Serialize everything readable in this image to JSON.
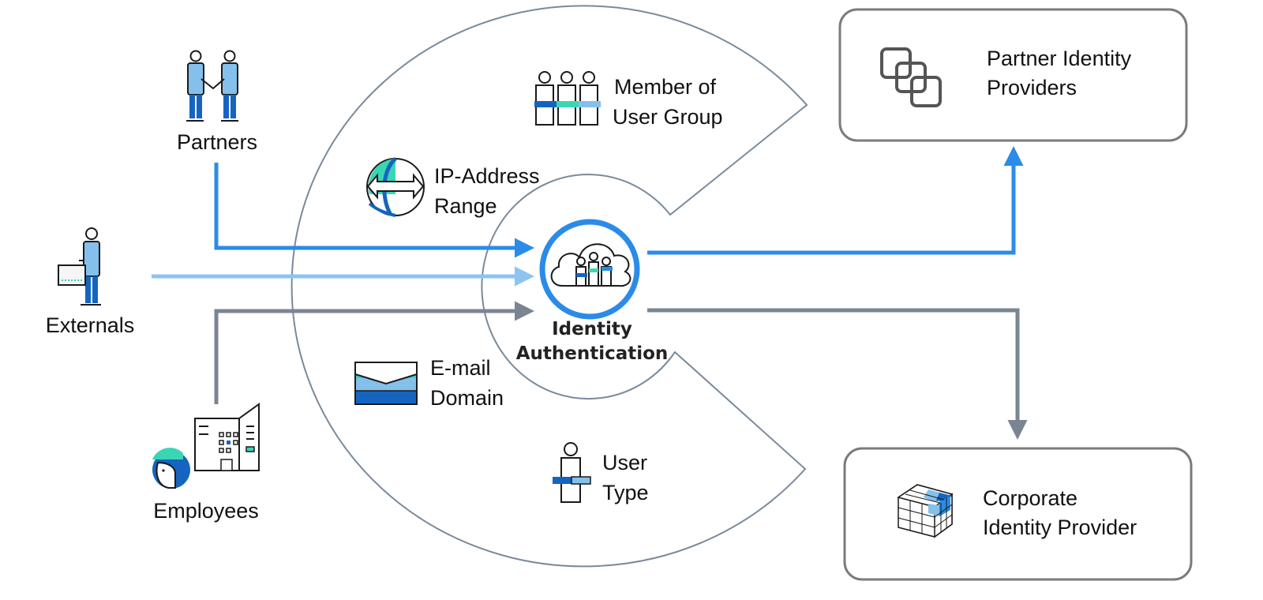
{
  "colors": {
    "partner_flow": "#2b8be8",
    "external_flow": "#8cc4f2",
    "employee_flow": "#7a8592",
    "hub_ring": "#2b8be8",
    "shape_outline": "#7a8a9a",
    "box_border": "#7b7b7b",
    "icon_blue": "#1565c0",
    "icon_light_blue": "#84c0ec",
    "icon_teal": "#3ad6b4"
  },
  "actors": {
    "partners": {
      "label": "Partners",
      "icon": "handshake-icon"
    },
    "externals": {
      "label": "Externals",
      "icon": "person-with-briefcase-icon"
    },
    "employees": {
      "label": "Employees",
      "icon": "employee-building-icon"
    }
  },
  "hub": {
    "label_line1": "Identity",
    "label_line2": "Authentication",
    "icon": "cloud-users-icon"
  },
  "criteria": {
    "user_group": {
      "line1": "Member of",
      "line2": "User Group",
      "icon": "user-group-icon"
    },
    "ip_range": {
      "line1": "IP-Address",
      "line2": "Range",
      "icon": "globe-arrows-icon"
    },
    "email_domain": {
      "line1": "E-mail",
      "line2": "Domain",
      "icon": "envelope-stack-icon"
    },
    "user_type": {
      "line1": "User",
      "line2": "Type",
      "icon": "single-user-icon"
    }
  },
  "providers": {
    "partner_idp": {
      "line1": "Partner Identity",
      "line2": "Providers",
      "icon": "linked-squares-icon"
    },
    "corporate_idp": {
      "line1": "Corporate",
      "line2": "Identity Provider",
      "icon": "cube-grid-icon"
    }
  }
}
